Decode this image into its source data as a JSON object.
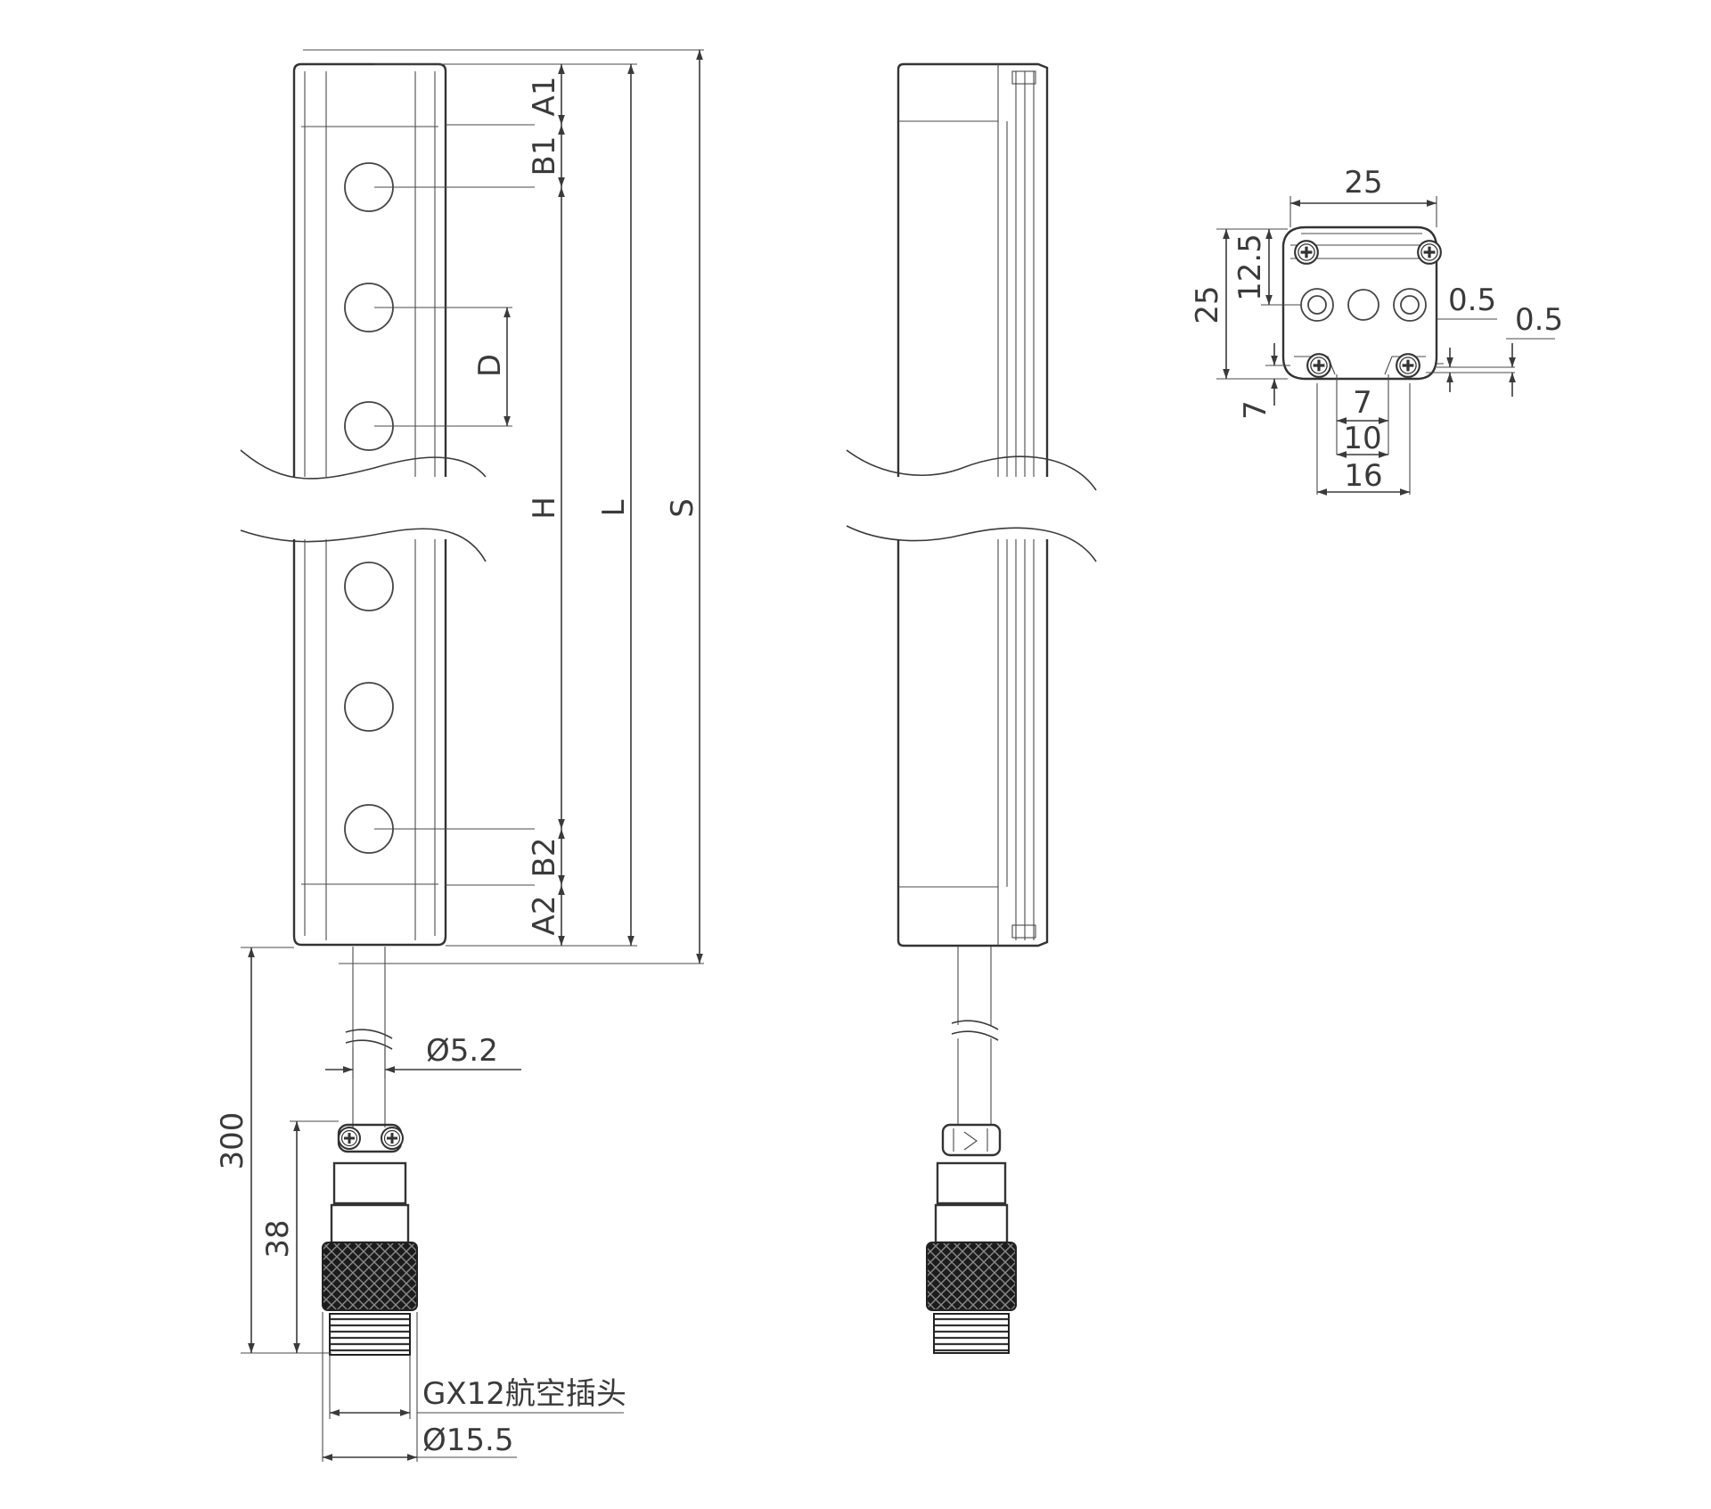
{
  "front_view": {
    "labels": {
      "a1": "A1",
      "b1": "B1",
      "d": "D",
      "h": "H",
      "l": "L",
      "s": "S",
      "b2": "B2",
      "a2": "A2"
    },
    "cable_diameter": "Ø5.2",
    "cable_length": "300",
    "connector_length": "38",
    "connector_name": "GX12航空插头",
    "connector_diameter": "Ø15.5"
  },
  "end_view": {
    "width_top": "25",
    "height_left": "25",
    "hole_offset": "12.5",
    "gap_right_1": "0.5",
    "gap_right_2": "0.5",
    "bottom_left": "7",
    "bottom_inner": "7",
    "bottom_mid": "10",
    "bottom_outer": "16"
  },
  "icons": {
    "screw": "phillips-screw-icon",
    "lens": "lens-icon"
  },
  "colors": {
    "line": "#3a3a3a",
    "knurl": "#1f1f1f",
    "background": "#ffffff"
  }
}
